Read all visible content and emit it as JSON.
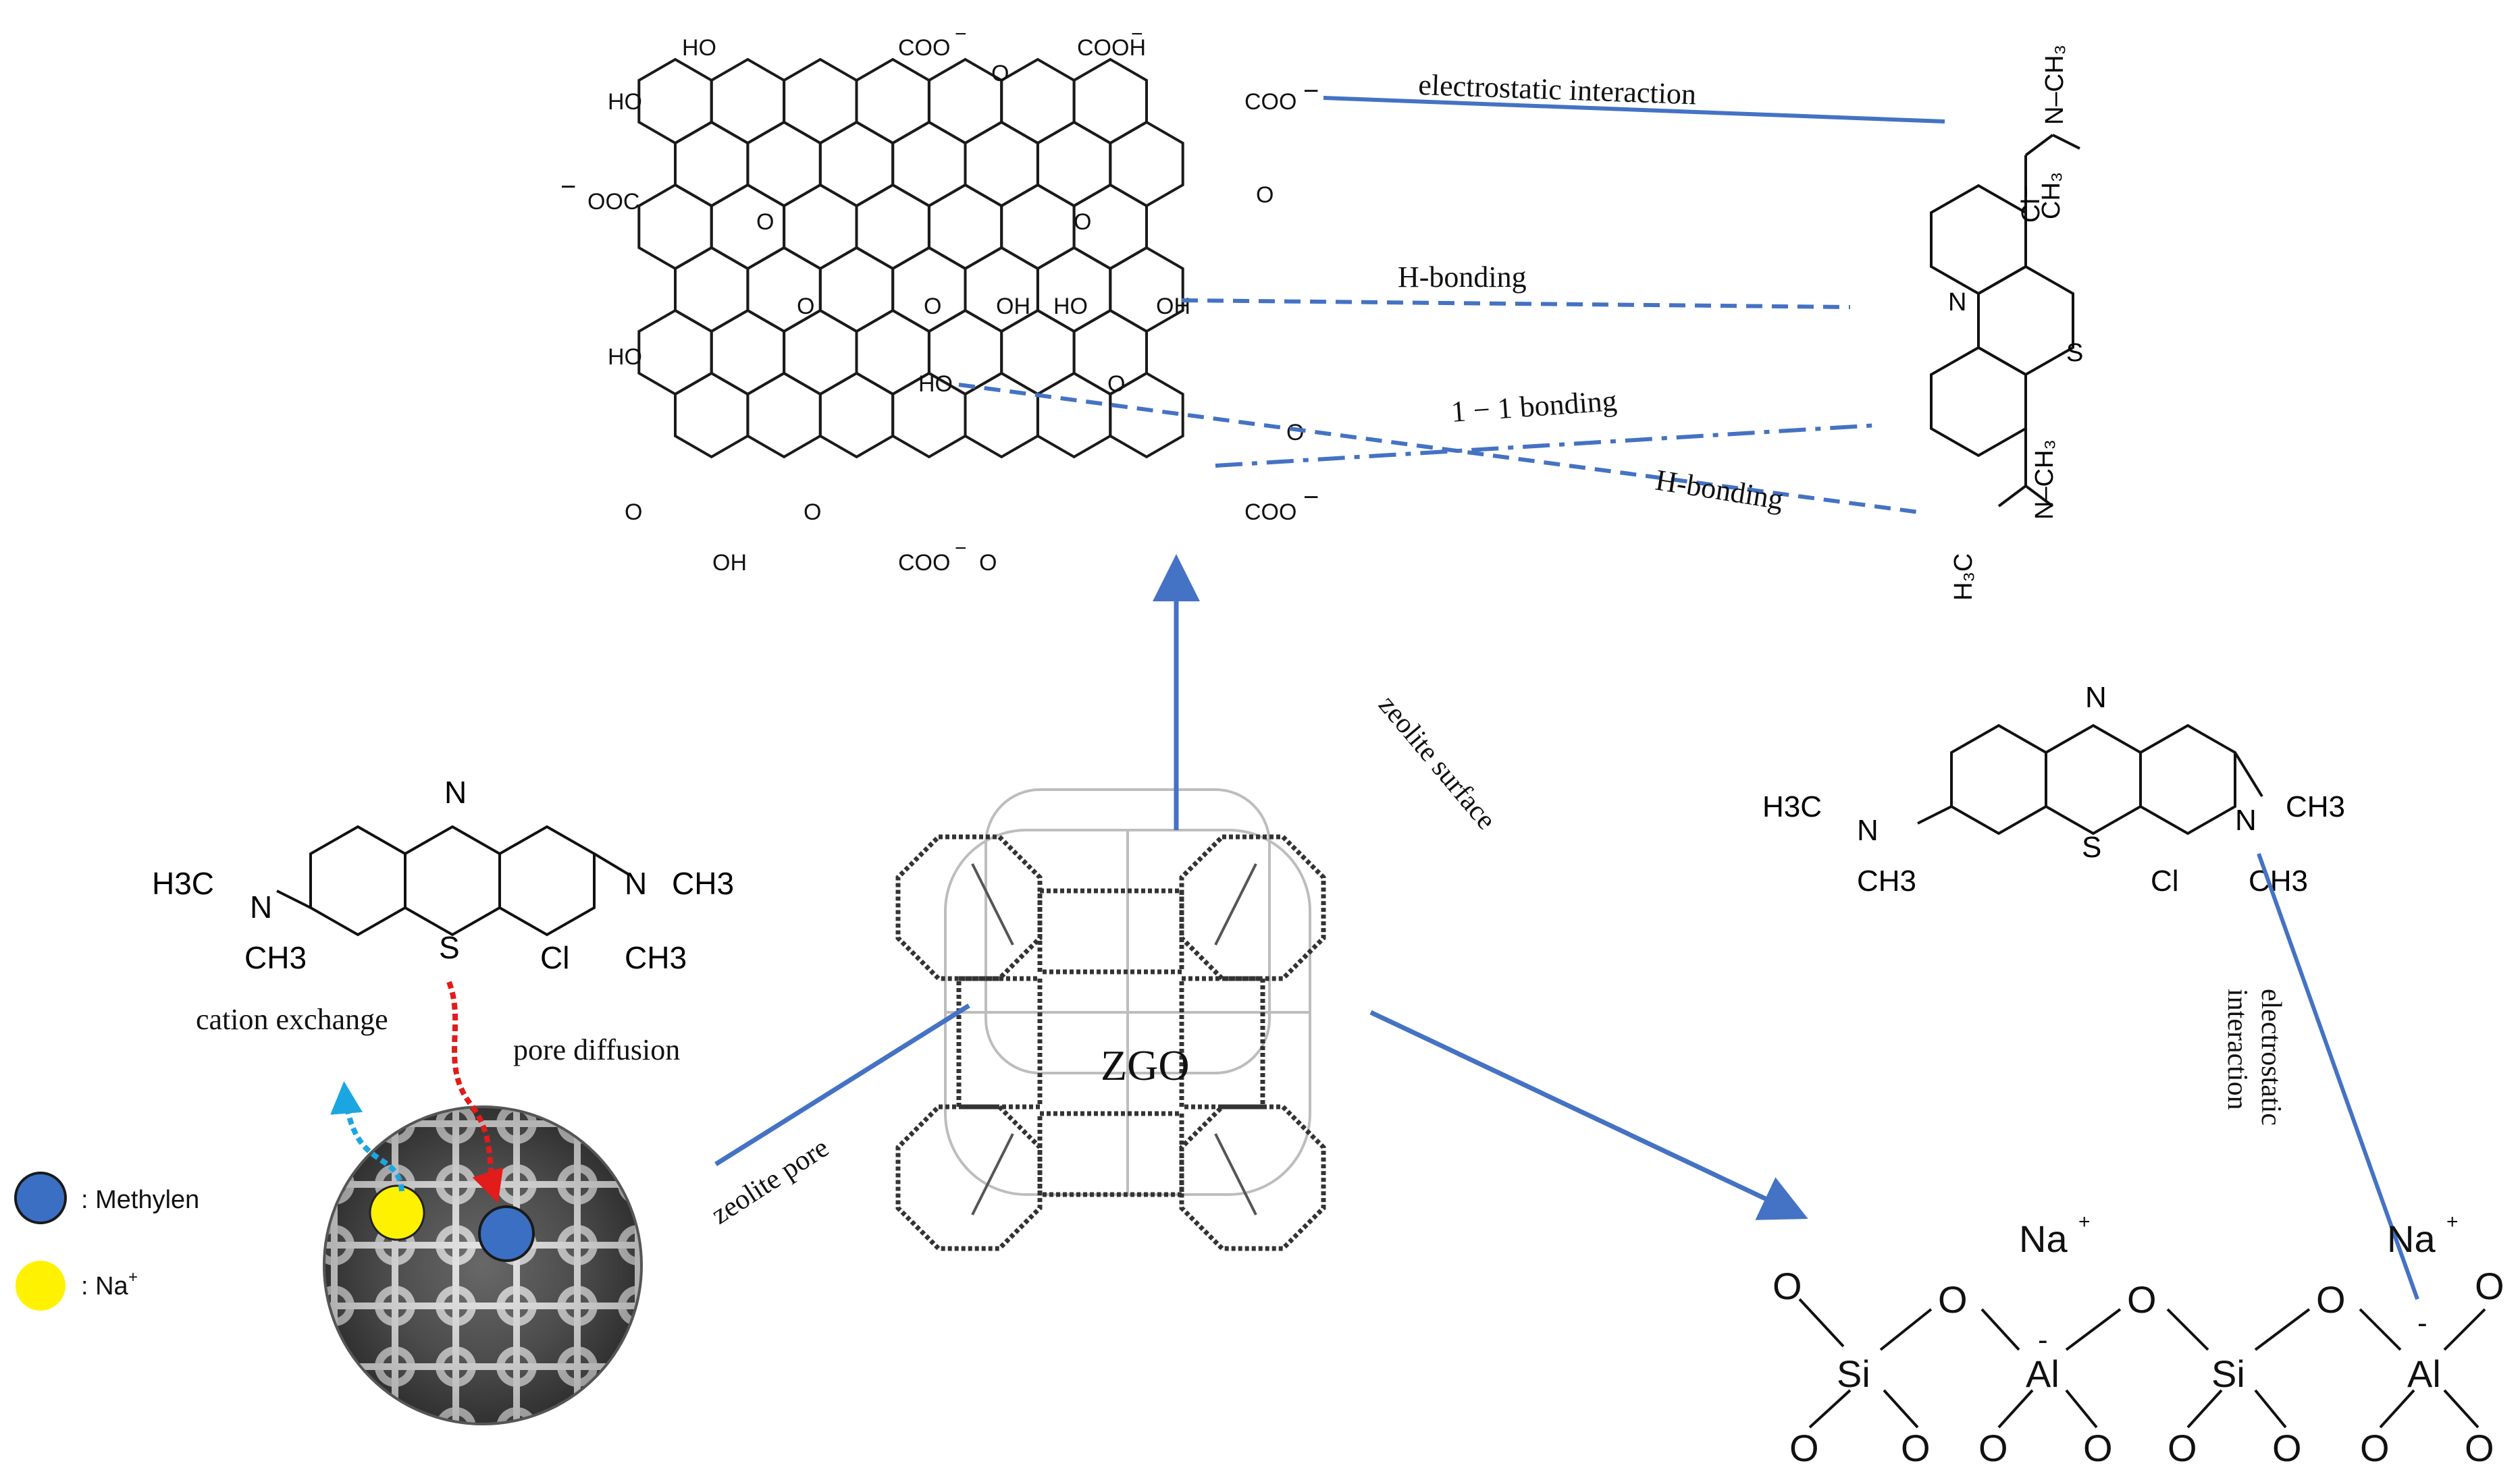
{
  "center": {
    "label": "ZGO"
  },
  "arrow_labels": {
    "surface": "zeolite surface",
    "pore": "zeolite pore"
  },
  "interactions": {
    "electrostatic_top": "electrostatic interaction",
    "hbond_1": "H-bonding",
    "pi_pi": "1 − 1 bonding",
    "hbond_2": "H-bonding",
    "electrostatic_right_1": "electrostatic",
    "electrostatic_right_2": "interaction"
  },
  "go_sheet_groups": {
    "coo_top_left": "COO",
    "cooh_top": "COOH",
    "coo_top_right": "COO",
    "coo_left": "OOC",
    "coo_bottom_mid": "COO",
    "coo_bottom_right": "COO",
    "oh": "OH",
    "ho": "HO",
    "o": "O"
  },
  "methylene_blue_labels": {
    "n_ring": "N",
    "s_ring": "S",
    "h3c_n": "H3C",
    "n": "N",
    "ch3": "CH3",
    "n_plus": "N",
    "cl_minus": "Cl"
  },
  "pore_process": {
    "cation_exchange": "cation exchange",
    "pore_diffusion": "pore diffusion"
  },
  "legend": {
    "methylene": ": Methylen",
    "sodium": ": Na",
    "sodium_sup": "+",
    "colors": {
      "methylene": "#3a6fc4",
      "sodium": "#fff200"
    }
  },
  "zeolite_framework": {
    "na1": "Na",
    "na2": "Na",
    "plus": "+",
    "minus": "-",
    "si": "Si",
    "al": "Al",
    "o": "O"
  },
  "colors": {
    "link": "#4472c4",
    "red_arrow": "#e21b1b",
    "cyan_arrow": "#1ba6e2"
  }
}
